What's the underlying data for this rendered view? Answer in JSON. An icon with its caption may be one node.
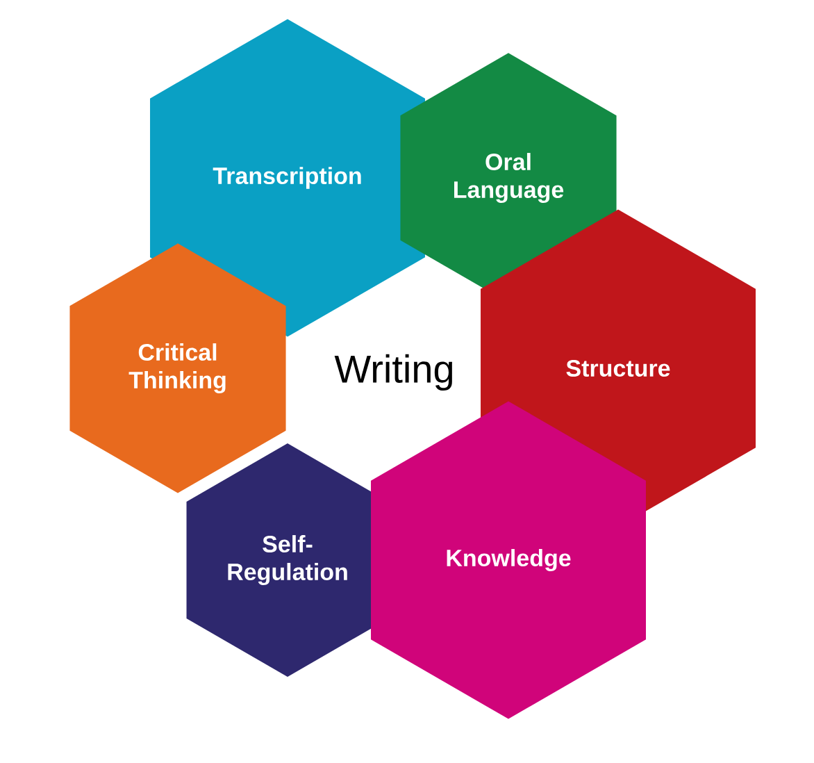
{
  "diagram": {
    "nodes": [
      {
        "text": [
          "Writing"
        ]
      },
      {
        "text": [
          "Transcription"
        ]
      },
      {
        "text": [
          "Oral Language"
        ]
      },
      {
        "text": [
          "Critical Thinking"
        ]
      },
      {
        "text": [
          "Structure"
        ]
      },
      {
        "text": [
          "Self-Regulation"
        ]
      },
      {
        "text": [
          "Knowledge"
        ]
      }
    ]
  }
}
